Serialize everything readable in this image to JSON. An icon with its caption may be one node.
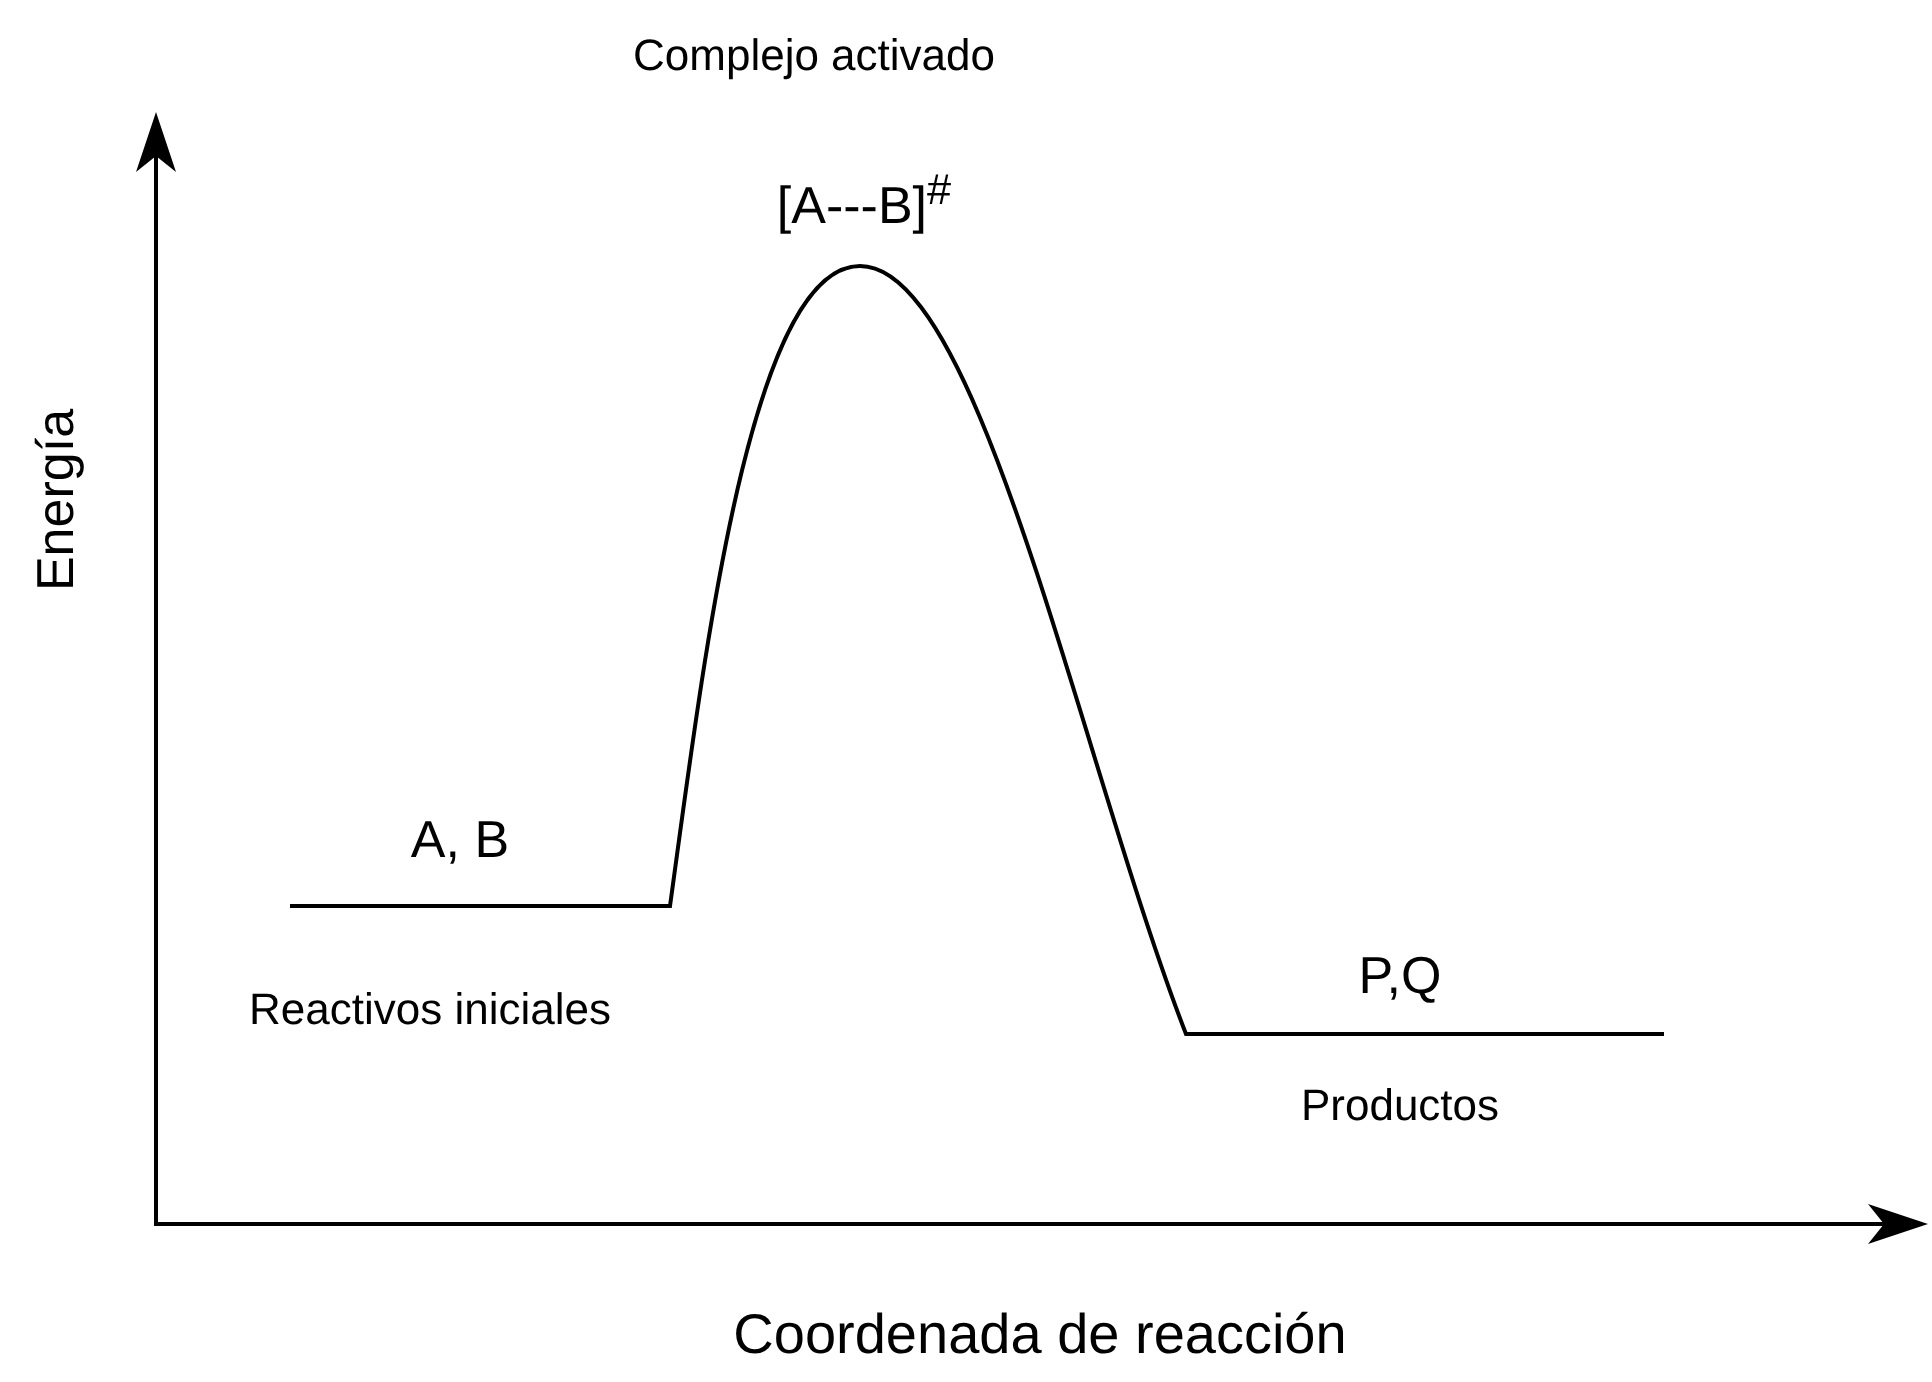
{
  "diagram": {
    "labels": [
      "Complejo activado",
      "[A---B]$^{#}$",
      "Energía",
      "A, B",
      "Reactivos iniciales",
      "P,Q",
      "Productos",
      "Coordenada de reacción"
    ]
  }
}
